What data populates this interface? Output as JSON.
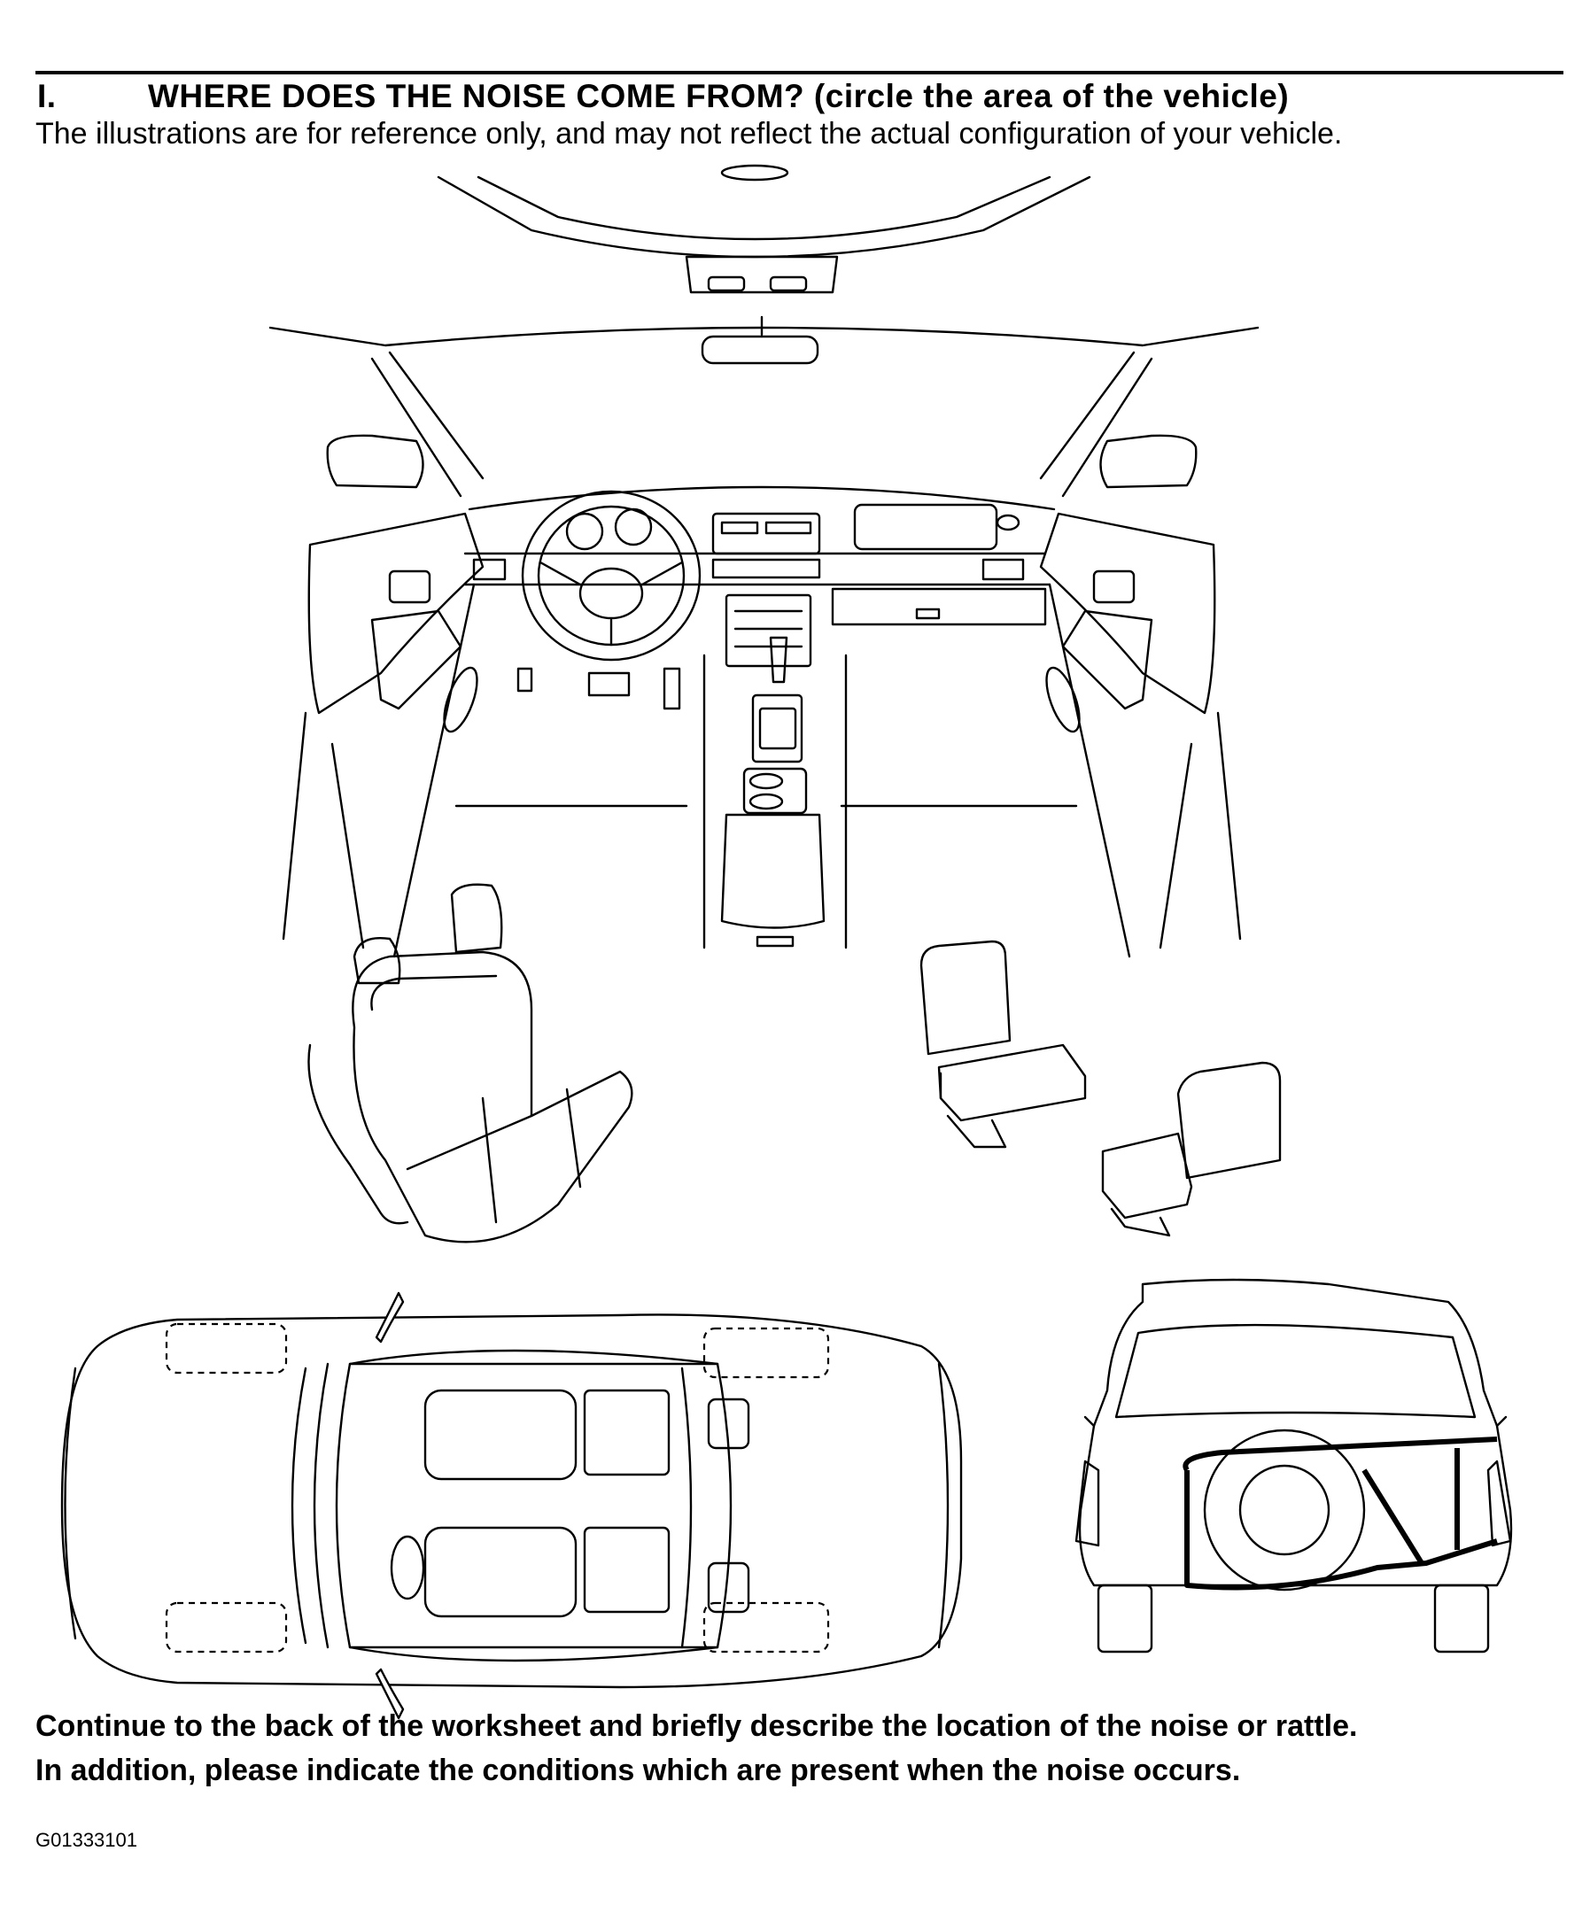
{
  "section": {
    "number": "I.",
    "title": "WHERE DOES THE NOISE COME FROM? (circle the area of the vehicle)",
    "note": "The illustrations are for reference only, and may not reflect the actual configuration of your vehicle."
  },
  "illustrations": [
    {
      "name": "vehicle-interior-dashboard-view"
    },
    {
      "name": "rear-bench-seat"
    },
    {
      "name": "front-seat-driver"
    },
    {
      "name": "front-seat-passenger"
    },
    {
      "name": "vehicle-top-view"
    },
    {
      "name": "vehicle-rear-view-spare-tire"
    }
  ],
  "footer": {
    "line1": "Continue to the back of the worksheet and briefly describe the location of the noise or rattle.",
    "line2": "In addition, please indicate the conditions which are present when the noise occurs.",
    "figure_code": "G01333101"
  }
}
